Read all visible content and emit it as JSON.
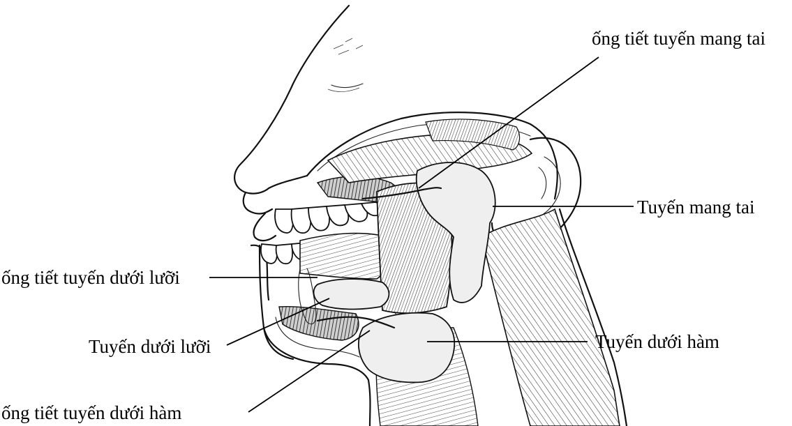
{
  "labels": {
    "parotid_duct": "ống tiết tuyến mang tai",
    "parotid_gland": "Tuyến mang tai",
    "sublingual_duct": "ống tiết tuyến dưới lưỡi",
    "sublingual_gland": "Tuyến dưới lưỡi",
    "submandibular_gland": "Tuyến dưới hàm",
    "submandibular_duct": "ống tiết tuyến dưới hàm"
  }
}
